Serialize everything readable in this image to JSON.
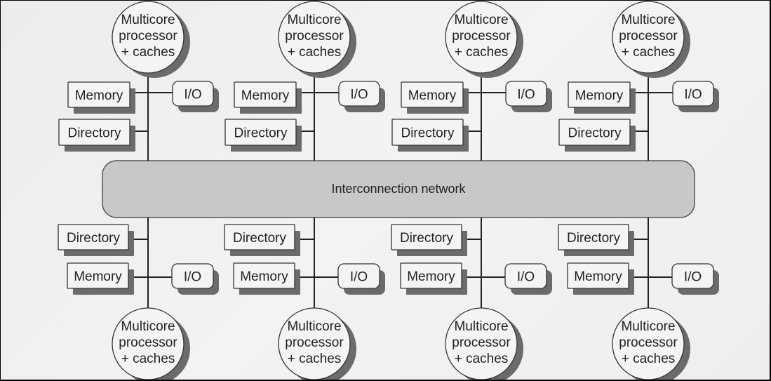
{
  "diagram": {
    "title": "Distributed-memory multiprocessor with directories",
    "network_label": "Interconnection network",
    "colors": {
      "background": "#efefef",
      "box_fill": "#f4f4f4",
      "shadow": "#6b6b6b",
      "network_fill": "#c8c8c8",
      "stroke": "#222222"
    },
    "top_nodes": [
      {
        "processor": [
          "Multicore",
          "processor",
          "+ caches"
        ],
        "memory": "Memory",
        "io": "I/O",
        "directory": "Directory"
      },
      {
        "processor": [
          "Multicore",
          "processor",
          "+ caches"
        ],
        "memory": "Memory",
        "io": "I/O",
        "directory": "Directory"
      },
      {
        "processor": [
          "Multicore",
          "processor",
          "+ caches"
        ],
        "memory": "Memory",
        "io": "I/O",
        "directory": "Directory"
      },
      {
        "processor": [
          "Multicore",
          "processor",
          "+ caches"
        ],
        "memory": "Memory",
        "io": "I/O",
        "directory": "Directory"
      }
    ],
    "bottom_nodes": [
      {
        "processor": [
          "Multicore",
          "processor",
          "+ caches"
        ],
        "memory": "Memory",
        "io": "I/O",
        "directory": "Directory"
      },
      {
        "processor": [
          "Multicore",
          "processor",
          "+ caches"
        ],
        "memory": "Memory",
        "io": "I/O",
        "directory": "Directory"
      },
      {
        "processor": [
          "Multicore",
          "processor",
          "+ caches"
        ],
        "memory": "Memory",
        "io": "I/O",
        "directory": "Directory"
      },
      {
        "processor": [
          "Multicore",
          "processor",
          "+ caches"
        ],
        "memory": "Memory",
        "io": "I/O",
        "directory": "Directory"
      }
    ]
  }
}
